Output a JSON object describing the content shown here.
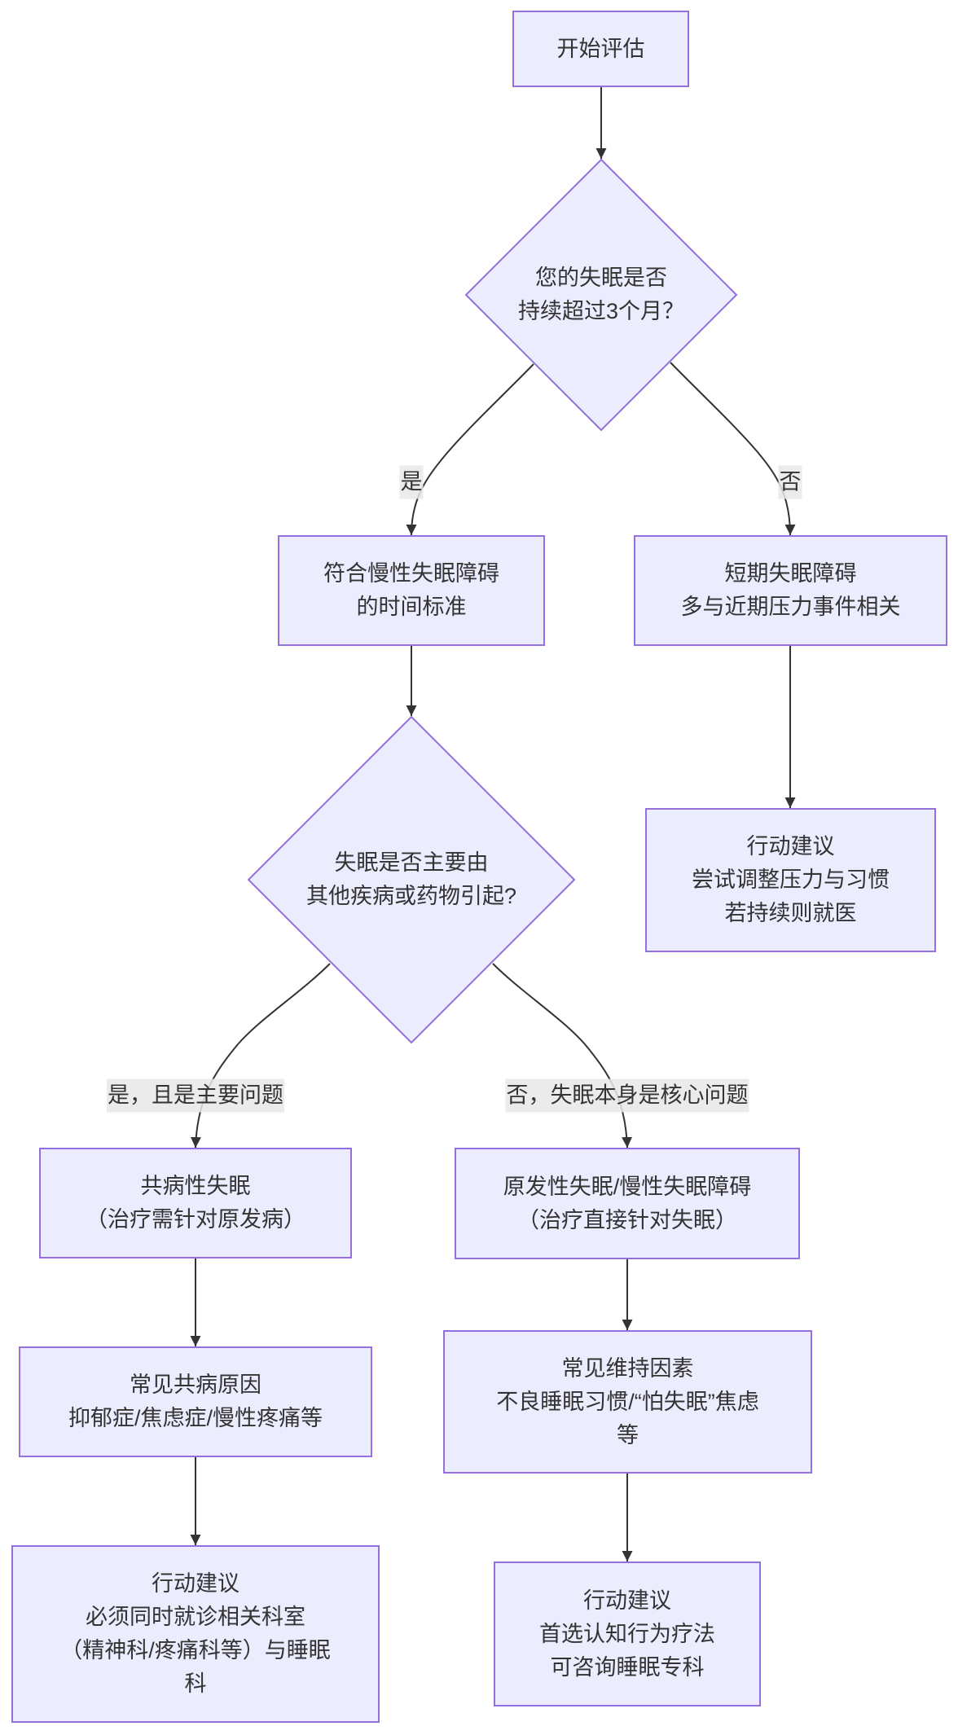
{
  "diagram": {
    "type": "flowchart",
    "direction": "top-down",
    "style": {
      "node_fill": "#ECECFF",
      "node_stroke": "#9370DB",
      "text_color": "#333333",
      "edge_color": "#333333",
      "edge_label_bg": "#E8E8E8"
    },
    "nodes": {
      "start": {
        "shape": "rect",
        "lines": [
          "开始评估"
        ]
      },
      "q_duration": {
        "shape": "diamond",
        "lines": [
          "您的失眠是否",
          "持续超过3个月？"
        ]
      },
      "chronic_criteria": {
        "shape": "rect",
        "lines": [
          "符合慢性失眠障碍",
          "的时间标准"
        ]
      },
      "short_term": {
        "shape": "rect",
        "lines": [
          "短期失眠障碍",
          "多与近期压力事件相关"
        ]
      },
      "short_term_action": {
        "shape": "rect",
        "lines": [
          "行动建议",
          "尝试调整压力与习惯",
          "若持续则就医"
        ]
      },
      "q_cause": {
        "shape": "diamond",
        "lines": [
          "失眠是否主要由",
          "其他疾病或药物引起?"
        ]
      },
      "comorbid": {
        "shape": "rect",
        "lines": [
          "共病性失眠",
          "（治疗需针对原发病）"
        ]
      },
      "comorbid_causes": {
        "shape": "rect",
        "lines": [
          "常见共病原因",
          "抑郁症/焦虑症/慢性疼痛等"
        ]
      },
      "comorbid_action": {
        "shape": "rect",
        "lines": [
          "行动建议",
          "必须同时就诊相关科室",
          "（精神科/疼痛科等）与睡眠",
          "科"
        ]
      },
      "primary": {
        "shape": "rect",
        "lines": [
          "原发性失眠/慢性失眠障碍",
          "（治疗直接针对失眠）"
        ]
      },
      "primary_factors": {
        "shape": "rect",
        "lines": [
          "常见维持因素",
          "不良睡眠习惯/“怕失眠”焦虑",
          "等"
        ]
      },
      "primary_action": {
        "shape": "rect",
        "lines": [
          "行动建议",
          "首选认知行为疗法",
          "可咨询睡眠专科"
        ]
      }
    },
    "edges": [
      {
        "from": "start",
        "to": "q_duration",
        "label": ""
      },
      {
        "from": "q_duration",
        "to": "chronic_criteria",
        "label": "是"
      },
      {
        "from": "q_duration",
        "to": "short_term",
        "label": "否"
      },
      {
        "from": "chronic_criteria",
        "to": "q_cause",
        "label": ""
      },
      {
        "from": "short_term",
        "to": "short_term_action",
        "label": ""
      },
      {
        "from": "q_cause",
        "to": "comorbid",
        "label": "是，且是主要问题"
      },
      {
        "from": "q_cause",
        "to": "primary",
        "label": "否，失眠本身是核心问题"
      },
      {
        "from": "comorbid",
        "to": "comorbid_causes",
        "label": ""
      },
      {
        "from": "comorbid_causes",
        "to": "comorbid_action",
        "label": ""
      },
      {
        "from": "primary",
        "to": "primary_factors",
        "label": ""
      },
      {
        "from": "primary_factors",
        "to": "primary_action",
        "label": ""
      }
    ]
  }
}
